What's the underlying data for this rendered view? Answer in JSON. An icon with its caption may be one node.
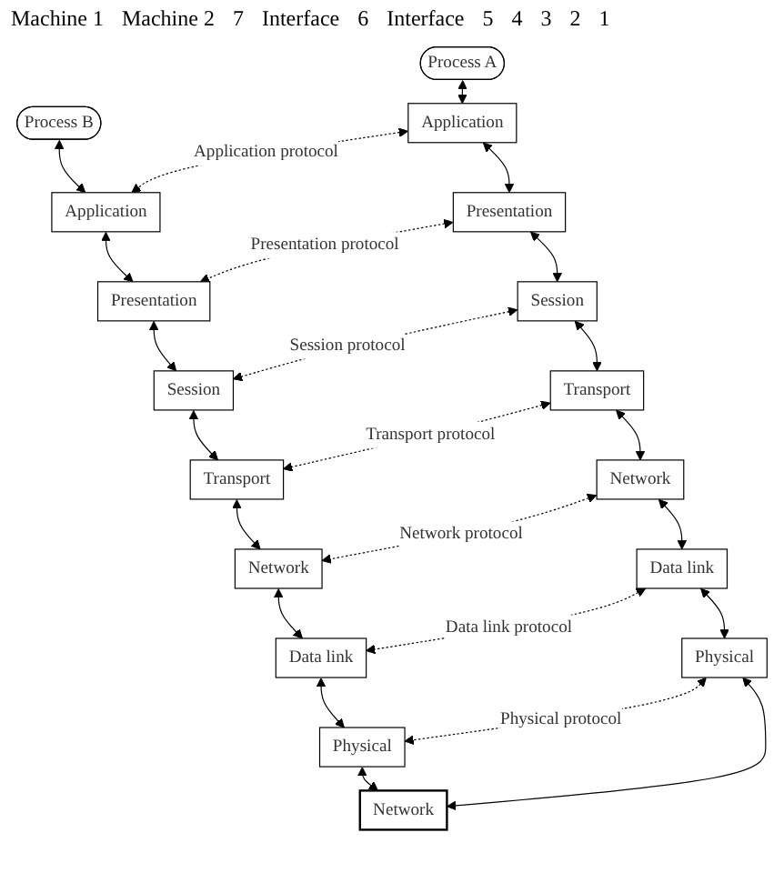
{
  "diagram": {
    "nodes": [
      {
        "text": [
          "Process A"
        ]
      },
      {
        "text": [
          "Process B"
        ]
      },
      {
        "text": [
          "Application"
        ]
      },
      {
        "text": [
          "Application"
        ]
      },
      {
        "text": [
          "Presentation"
        ]
      },
      {
        "text": [
          "Presentation"
        ]
      },
      {
        "text": [
          "Session"
        ]
      },
      {
        "text": [
          "Session"
        ]
      },
      {
        "text": [
          "Transport"
        ]
      },
      {
        "text": [
          "Transport"
        ]
      },
      {
        "text": [
          "Network"
        ]
      },
      {
        "text": [
          "Network"
        ]
      },
      {
        "text": [
          "Data link"
        ]
      },
      {
        "text": [
          "Data link"
        ]
      },
      {
        "text": [
          "Physical"
        ]
      },
      {
        "text": [
          "Physical"
        ]
      },
      {
        "text": [
          "Network"
        ]
      }
    ],
    "edges": [
      {
        "from": 0,
        "to": 2,
        "arrow": "both"
      },
      {
        "from": 1,
        "to": 3,
        "arrow": "both"
      },
      {
        "from": 2,
        "to": 3,
        "arrow": "both",
        "style": "dashed",
        "label": "Application protocol"
      },
      {
        "from": 2,
        "to": 4,
        "arrow": "both"
      },
      {
        "from": 3,
        "to": 5,
        "arrow": "both"
      },
      {
        "from": 4,
        "to": 5,
        "arrow": "both",
        "style": "dashed",
        "label": "Presentation protocol"
      },
      {
        "from": 4,
        "to": 6,
        "arrow": "both"
      },
      {
        "from": 5,
        "to": 7,
        "arrow": "both"
      },
      {
        "from": 6,
        "to": 7,
        "arrow": "both",
        "style": "dashed",
        "label": "Session protocol"
      },
      {
        "from": 6,
        "to": 8,
        "arrow": "both"
      },
      {
        "from": 7,
        "to": 9,
        "arrow": "both"
      },
      {
        "from": 8,
        "to": 9,
        "arrow": "both",
        "style": "dashed",
        "label": "Transport protocol"
      },
      {
        "from": 8,
        "to": 10,
        "arrow": "both"
      },
      {
        "from": 9,
        "to": 11,
        "arrow": "both"
      },
      {
        "from": 10,
        "to": 11,
        "arrow": "both",
        "style": "dashed",
        "label": "Network protocol"
      },
      {
        "from": 10,
        "to": 12,
        "arrow": "both"
      },
      {
        "from": 11,
        "to": 13,
        "arrow": "both"
      },
      {
        "from": 12,
        "to": 13,
        "arrow": "both",
        "style": "dashed",
        "label": "Data link protocol"
      },
      {
        "from": 12,
        "to": 14,
        "arrow": "both"
      },
      {
        "from": 13,
        "to": 15,
        "arrow": "both"
      },
      {
        "from": 14,
        "to": 15,
        "arrow": "both",
        "style": "dashed",
        "label": "Physical protocol"
      },
      {
        "from": 14,
        "to": 16,
        "arrow": "both"
      },
      {
        "from": 15,
        "to": 16,
        "arrow": "both"
      }
    ],
    "labels": [
      "Machine 1",
      "Machine 2",
      "7",
      "Interface",
      "6",
      "Interface",
      "5",
      "4",
      "3",
      "2",
      "1"
    ]
  }
}
